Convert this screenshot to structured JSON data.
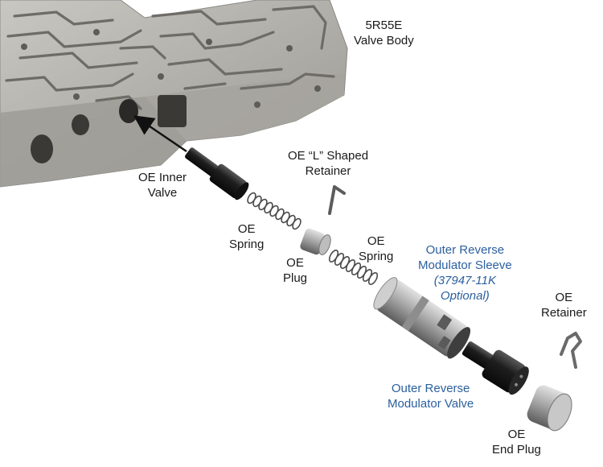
{
  "labels": {
    "valve_body": [
      "5R55E",
      "Valve Body"
    ],
    "inner_valve": [
      "OE Inner",
      "Valve"
    ],
    "l_retainer": [
      "OE “L” Shaped",
      "Retainer"
    ],
    "spring_1": [
      "OE",
      "Spring"
    ],
    "plug": [
      "OE",
      "Plug"
    ],
    "spring_2": [
      "OE",
      "Spring"
    ],
    "sleeve": [
      "Outer Reverse",
      "Modulator Sleeve",
      "(37947-11K",
      "Optional)"
    ],
    "retainer": [
      "OE",
      "Retainer"
    ],
    "mod_valve": [
      "Outer Reverse",
      "Modulator Valve"
    ],
    "end_plug": [
      "OE",
      "End Plug"
    ]
  },
  "colors": {
    "label_text": "#1a1a1a",
    "part_label_blue": "#2b5f9e",
    "casting": "#b5b3ad",
    "casting_dark": "#6e6c67"
  }
}
